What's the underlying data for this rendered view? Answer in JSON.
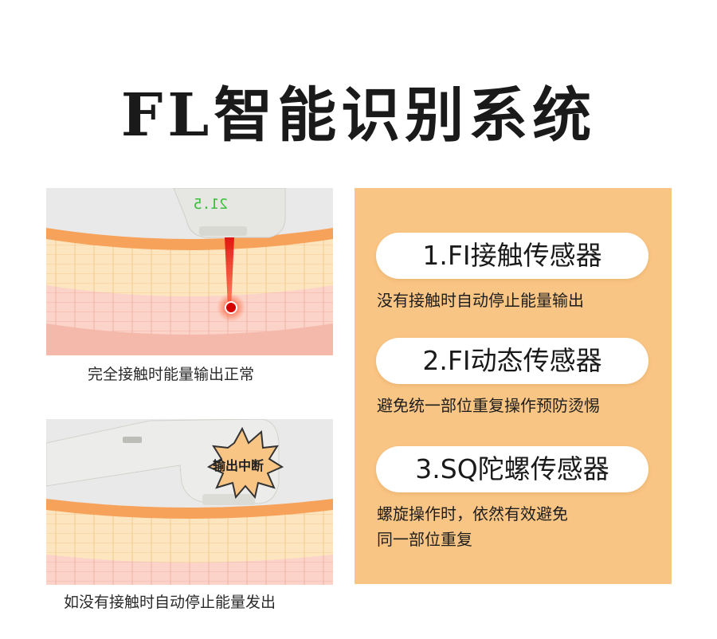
{
  "title": "FL智能识别系统",
  "left": {
    "top_caption": "完全接触时能量输出正常",
    "bottom_caption": "如没有接触时自动停止能量发出",
    "device_display": "21.5",
    "burst_label": "输出中断"
  },
  "features": [
    {
      "heading": "1.FI接触传感器",
      "lines": [
        "没有接触时自动停止能量输出"
      ]
    },
    {
      "heading": "2.FI动态传感器",
      "lines": [
        "避免统一部位重复操作预防烫惕"
      ]
    },
    {
      "heading": "3.SQ陀螺传感器",
      "lines": [
        "螺旋操作时，依然有效避免",
        "同一部位重复"
      ]
    }
  ],
  "colors": {
    "accent_panel": "#f9c584",
    "skin_top": "#f7a25a",
    "skin_mid": "#fbe0b0",
    "skin_bottom": "#f9c9c0"
  }
}
